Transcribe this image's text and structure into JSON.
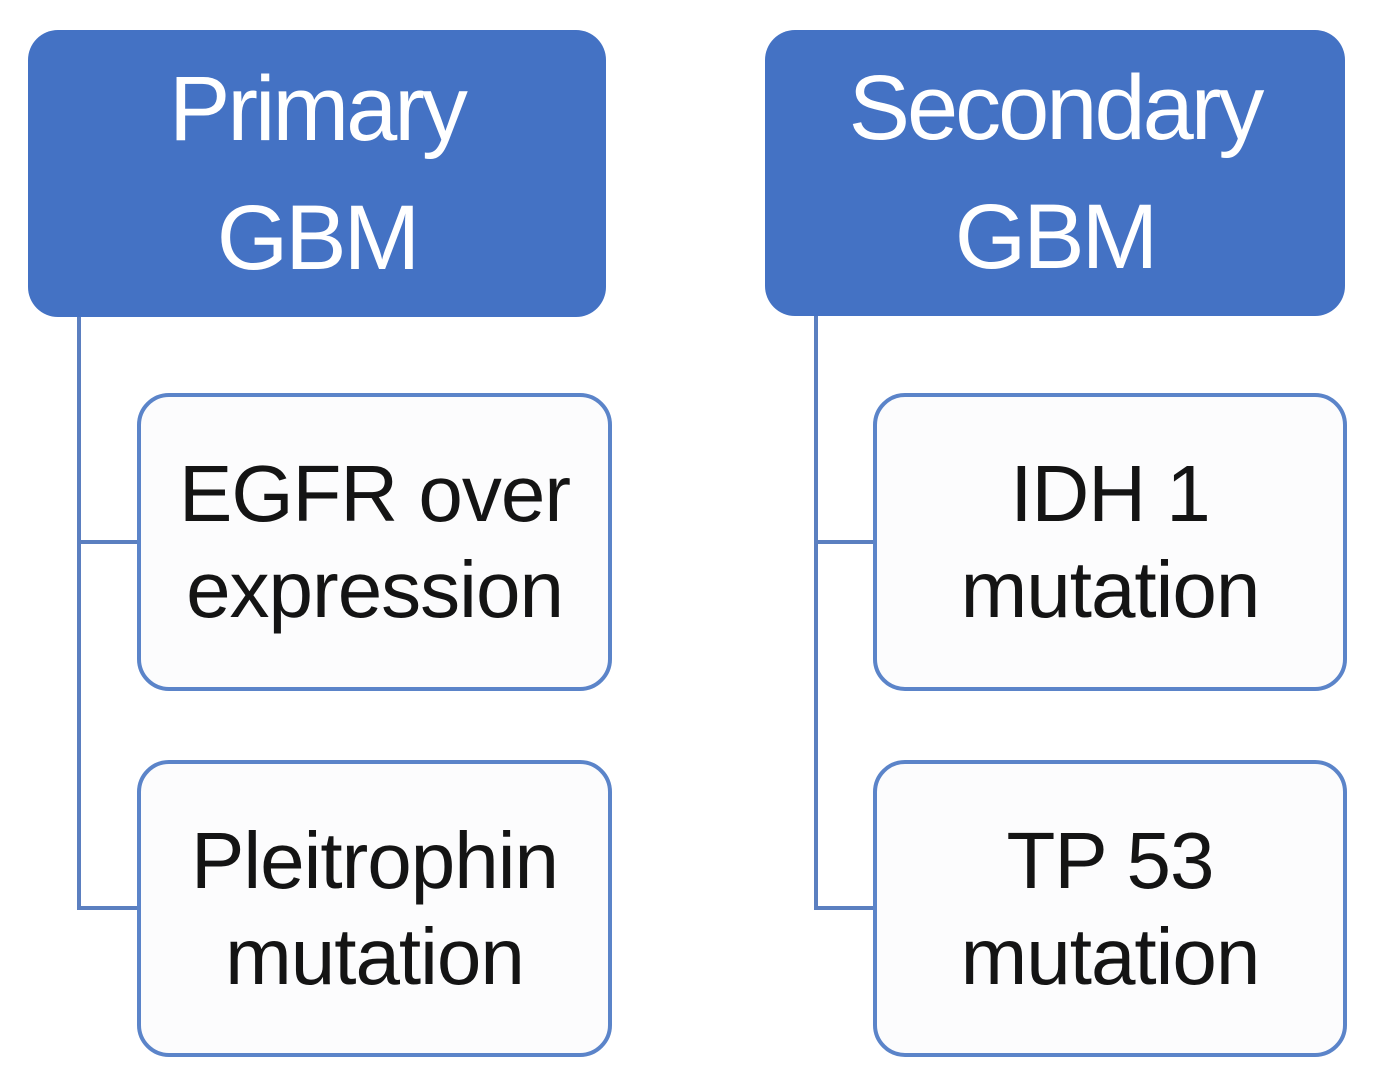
{
  "diagram": {
    "type": "hierarchy",
    "colors": {
      "header_fill": "#4472C4",
      "header_text": "#FFFFFF",
      "child_fill": "#FCFCFD",
      "child_border": "#5B84C9",
      "child_text": "#141414",
      "connector": "#5B7FC0",
      "background": "#FFFFFF"
    },
    "columns": [
      {
        "header": {
          "label": "Primary GBM",
          "line1": "Primary",
          "line2": "GBM"
        },
        "children": [
          {
            "label": "EGFR over expression",
            "line1": "EGFR over",
            "line2": "expression"
          },
          {
            "label": "Pleitrophin mutation",
            "line1": "Pleitrophin",
            "line2": "mutation"
          }
        ]
      },
      {
        "header": {
          "label": "Secondary GBM",
          "line1": "Secondary",
          "line2": "GBM"
        },
        "children": [
          {
            "label": "IDH 1 mutation",
            "line1": "IDH 1",
            "line2": "mutation"
          },
          {
            "label": "TP 53 mutation",
            "line1": "TP 53",
            "line2": "mutation"
          }
        ]
      }
    ]
  }
}
